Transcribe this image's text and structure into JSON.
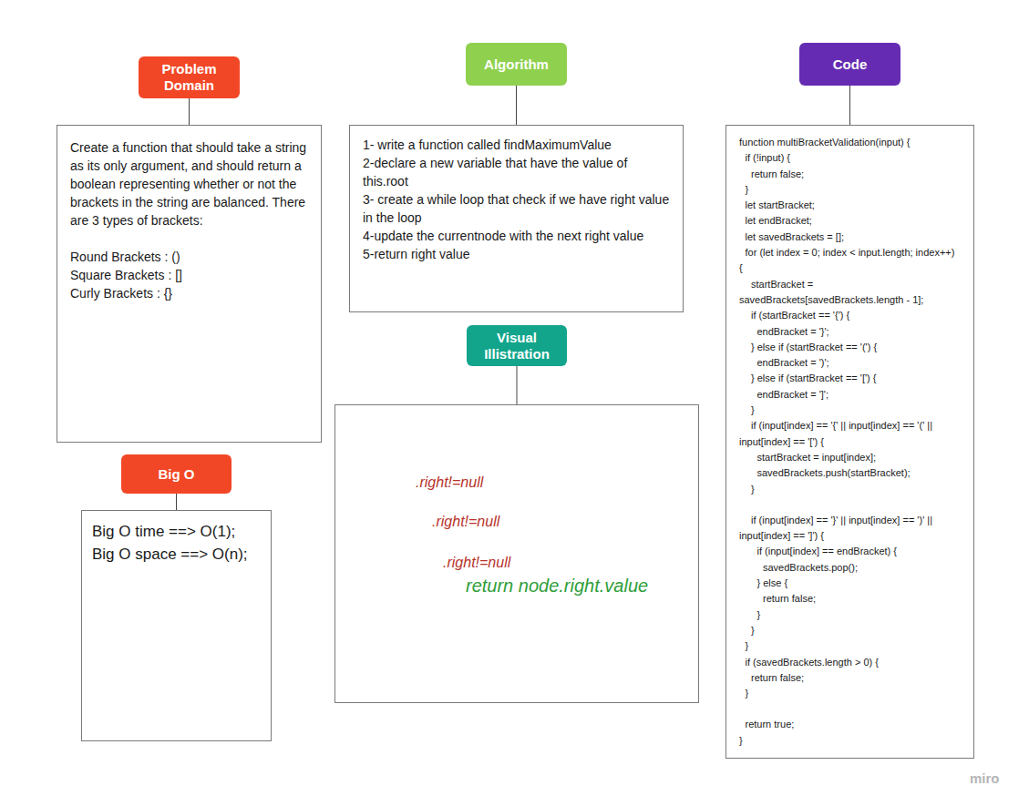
{
  "diagram": {
    "nodes": [
      {
        "text": [
          "Problem Domain"
        ]
      },
      {
        "text": [
          "Create a function that should take a string as its only argument, and should return a boolean representing whether or not the brackets in the string are balanced. There are 3 types of brackets:",
          "Round Brackets : ()",
          "Square Brackets : []",
          "Curly Brackets : {}"
        ]
      },
      {
        "text": [
          "Big O"
        ]
      },
      {
        "text": [
          "Big O time ==> O(1);",
          "Big O space ==> O(n);"
        ]
      },
      {
        "text": [
          "Algorithm"
        ]
      },
      {
        "text": [
          "1- write a function called findMaximumValue",
          "2-declare a new variable that have the value of this.root",
          "3- create a while loop that check if we have right value in the loop",
          "4-update the currentnode with the next right value",
          "5-return right value"
        ]
      },
      {
        "text": [
          "Visual Illistration"
        ]
      },
      {
        "text": [
          ".right!=null",
          ".right!=null",
          ".right!=null",
          "return node.right.value"
        ]
      },
      {
        "text": [
          "Code"
        ]
      },
      {
        "text": [
          "function multiBracketValidation(input) {",
          "if (!input) {",
          "return false;",
          "}",
          "let startBracket;",
          "let endBracket;",
          "let savedBrackets = [];",
          "for (let index = 0; index < input.length; index++) {",
          "startBracket = savedBrackets[savedBrackets.length - 1];",
          "if (startBracket == '{') {",
          "endBracket = '}';",
          "} else if (startBracket == '(') {",
          "endBracket = ')';",
          "} else if (startBracket == '[') {",
          "endBracket = ']';",
          "}",
          "if (input[index] == '{' || input[index] == '(' || input[index] == '[') {",
          "startBracket = input[index];",
          "savedBrackets.push(startBracket);",
          "}",
          "if (input[index] == '}' || input[index] == ')' || input[index] == ']') {",
          "if (input[index] == endBracket) {",
          "savedBrackets.pop();",
          "} else {",
          "return false;",
          "}",
          "}",
          "}",
          "if (savedBrackets.length > 0) {",
          "return false;",
          "}",
          "return true;",
          "}"
        ]
      }
    ],
    "edges": [
      {
        "from": 0,
        "to": 1,
        "arrow": "none"
      },
      {
        "from": 2,
        "to": 3,
        "arrow": "none"
      },
      {
        "from": 4,
        "to": 5,
        "arrow": "none"
      },
      {
        "from": 6,
        "to": 7,
        "arrow": "none"
      },
      {
        "from": 8,
        "to": 9,
        "arrow": "none"
      }
    ],
    "labels": [
      "miro"
    ]
  }
}
